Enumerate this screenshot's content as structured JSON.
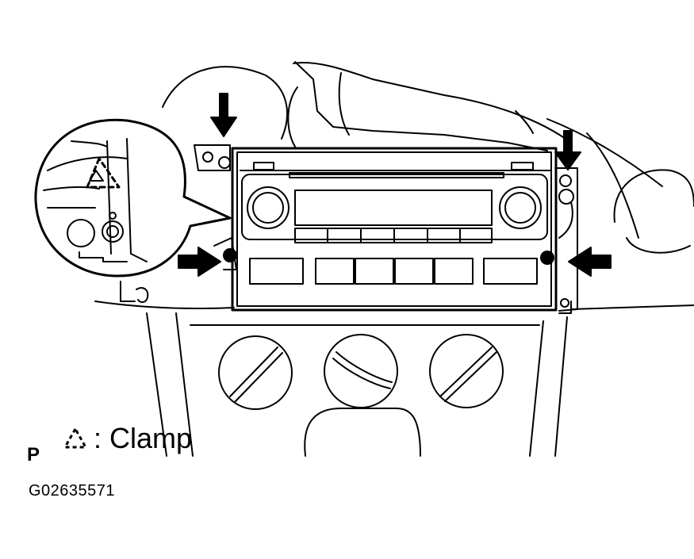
{
  "legend": {
    "prefix": "P",
    "symbol_icon": "dashed-triangle-clamp-icon",
    "label": ": Clamp"
  },
  "figure_code": "G02635571",
  "colors": {
    "ink": "#000000",
    "paper": "#ffffff"
  }
}
